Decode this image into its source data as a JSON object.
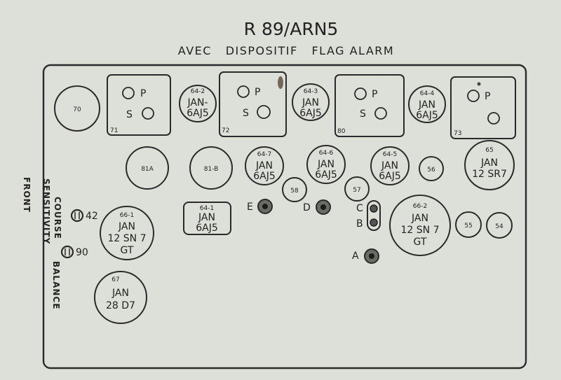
{
  "title": "R 89/ARN5",
  "subtitle": "AVEC   DISPOSITIF   FLAG ALARM",
  "side_labels": {
    "front": "FRONT",
    "sensitivity": "SENSITIVITY",
    "course": "COURSE",
    "balance": "BALANCE"
  },
  "controls": [
    {
      "id": "ctrl-42",
      "label": "42"
    },
    {
      "id": "ctrl-90",
      "label": "90"
    }
  ],
  "boxes": [
    {
      "id": "71",
      "p": "P",
      "s": "S"
    },
    {
      "id": "72",
      "p": "P",
      "s": "S"
    },
    {
      "id": "80",
      "p": "P",
      "s": "S"
    },
    {
      "id": "73",
      "p": "P"
    }
  ],
  "tubes": [
    {
      "id": "70",
      "lines": []
    },
    {
      "id": "64-2",
      "lines": [
        "JAN-",
        "6AJ5"
      ]
    },
    {
      "id": "64-3",
      "lines": [
        "JAN",
        "6AJ5"
      ]
    },
    {
      "id": "64-4",
      "lines": [
        "JAN",
        "6AJ5"
      ]
    },
    {
      "id": "81A",
      "lines": []
    },
    {
      "id": "81-B",
      "lines": []
    },
    {
      "id": "64-7",
      "lines": [
        "JAN",
        "6AJ5"
      ]
    },
    {
      "id": "64-6",
      "lines": [
        "JAN",
        "6AJ5"
      ]
    },
    {
      "id": "64-5",
      "lines": [
        "JAN",
        "6AJ5"
      ]
    },
    {
      "id": "56",
      "lines": []
    },
    {
      "id": "65",
      "lines": [
        "JAN",
        "12 SR7"
      ]
    },
    {
      "id": "58",
      "lines": []
    },
    {
      "id": "57",
      "lines": []
    },
    {
      "id": "66-2",
      "lines": [
        "JAN",
        "12 SN 7",
        "GT"
      ]
    },
    {
      "id": "55",
      "lines": []
    },
    {
      "id": "54",
      "lines": []
    },
    {
      "id": "66-1",
      "lines": [
        "JAN",
        "12 SN 7",
        "GT"
      ]
    },
    {
      "id": "67",
      "lines": [
        "JAN",
        "28 D7"
      ]
    }
  ],
  "rect_tube": {
    "id": "64-1",
    "lines": [
      "JAN",
      "6AJ5"
    ]
  },
  "test_points": [
    "E",
    "D",
    "C",
    "B",
    "A"
  ]
}
